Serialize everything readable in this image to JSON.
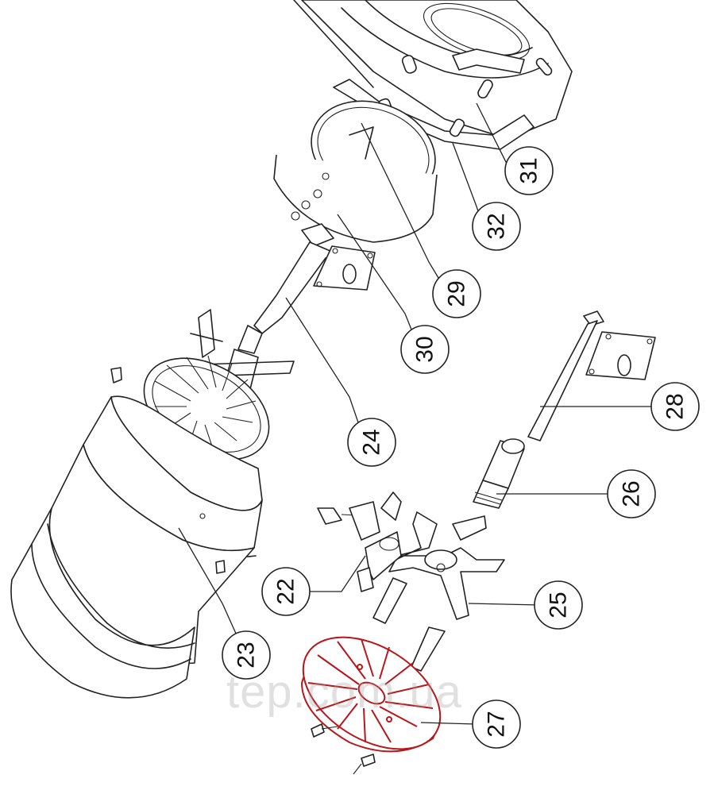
{
  "diagram": {
    "callouts": [
      "31",
      "32",
      "29",
      "30",
      "24",
      "28",
      "26",
      "22",
      "25",
      "23",
      "27"
    ],
    "highlight_color": "#b8161a",
    "highlighted_part": "27"
  },
  "watermark": "tep.com.ua"
}
